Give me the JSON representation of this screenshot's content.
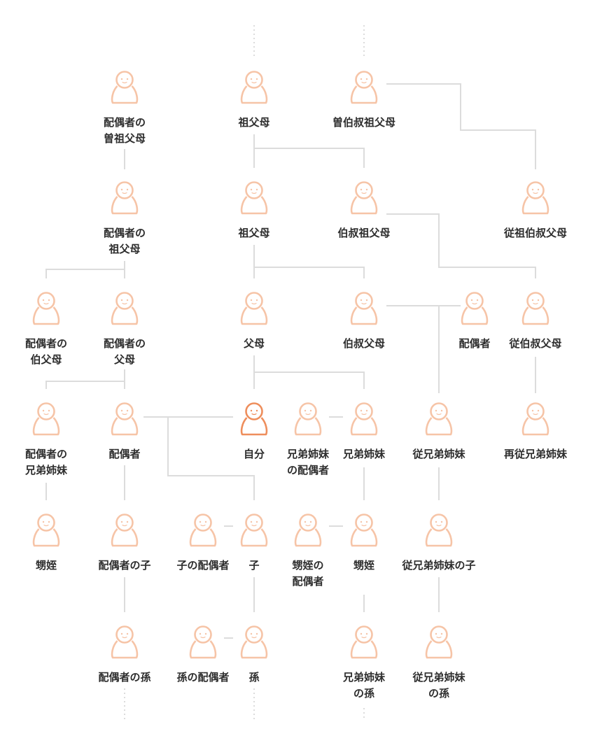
{
  "colors": {
    "icon": "#f6c4a7",
    "icon_self": "#ee8e5c",
    "line": "#dcdcdc",
    "text": "#2d2d2d"
  },
  "people": {
    "spouse_great_grandparents": {
      "label": [
        "配偶者の",
        "曽祖父母"
      ]
    },
    "great_grandparents": {
      "label": [
        "祖父母"
      ]
    },
    "great_granduncle": {
      "label": [
        "曽伯叔祖父母"
      ]
    },
    "spouse_grandparents": {
      "label": [
        "配偶者の",
        "祖父母"
      ]
    },
    "grandparents": {
      "label": [
        "祖父母"
      ]
    },
    "granduncle": {
      "label": [
        "伯叔祖父母"
      ]
    },
    "first_cousin_twice_removed": {
      "label": [
        "従祖伯叔父母"
      ]
    },
    "spouse_uncle": {
      "label": [
        "配偶者の",
        "伯父母"
      ]
    },
    "spouse_parents": {
      "label": [
        "配偶者の",
        "父母"
      ]
    },
    "parents": {
      "label": [
        "父母"
      ]
    },
    "uncle": {
      "label": [
        "伯叔父母"
      ]
    },
    "uncle_spouse": {
      "label": [
        "配偶者"
      ]
    },
    "first_cousin_once_removed": {
      "label": [
        "従伯叔父母"
      ]
    },
    "spouse_siblings": {
      "label": [
        "配偶者の",
        "兄弟姉妹"
      ]
    },
    "spouse": {
      "label": [
        "配偶者"
      ]
    },
    "self": {
      "label": [
        "自分"
      ]
    },
    "sibling_spouse": {
      "label": [
        "兄弟姉妹",
        "の配偶者"
      ]
    },
    "siblings": {
      "label": [
        "兄弟姉妹"
      ]
    },
    "cousins": {
      "label": [
        "従兄弟姉妹"
      ]
    },
    "second_cousins": {
      "label": [
        "再従兄弟姉妹"
      ]
    },
    "spouse_nephew": {
      "label": [
        "甥姪"
      ]
    },
    "spouse_child": {
      "label": [
        "配偶者の子"
      ]
    },
    "child_spouse": {
      "label": [
        "子の配偶者"
      ]
    },
    "child": {
      "label": [
        "子"
      ]
    },
    "nephew_spouse": {
      "label": [
        "甥姪の",
        "配偶者"
      ]
    },
    "nephew": {
      "label": [
        "甥姪"
      ]
    },
    "cousin_child": {
      "label": [
        "従兄弟姉妹の子"
      ]
    },
    "spouse_grandchild": {
      "label": [
        "配偶者の孫"
      ]
    },
    "grandchild_spouse": {
      "label": [
        "孫の配偶者"
      ]
    },
    "grandchild": {
      "label": [
        "孫"
      ]
    },
    "sibling_grandchild": {
      "label": [
        "兄弟姉妹",
        "の孫"
      ]
    },
    "cousin_grandchild": {
      "label": [
        "従兄弟姉妹",
        "の孫"
      ]
    }
  }
}
